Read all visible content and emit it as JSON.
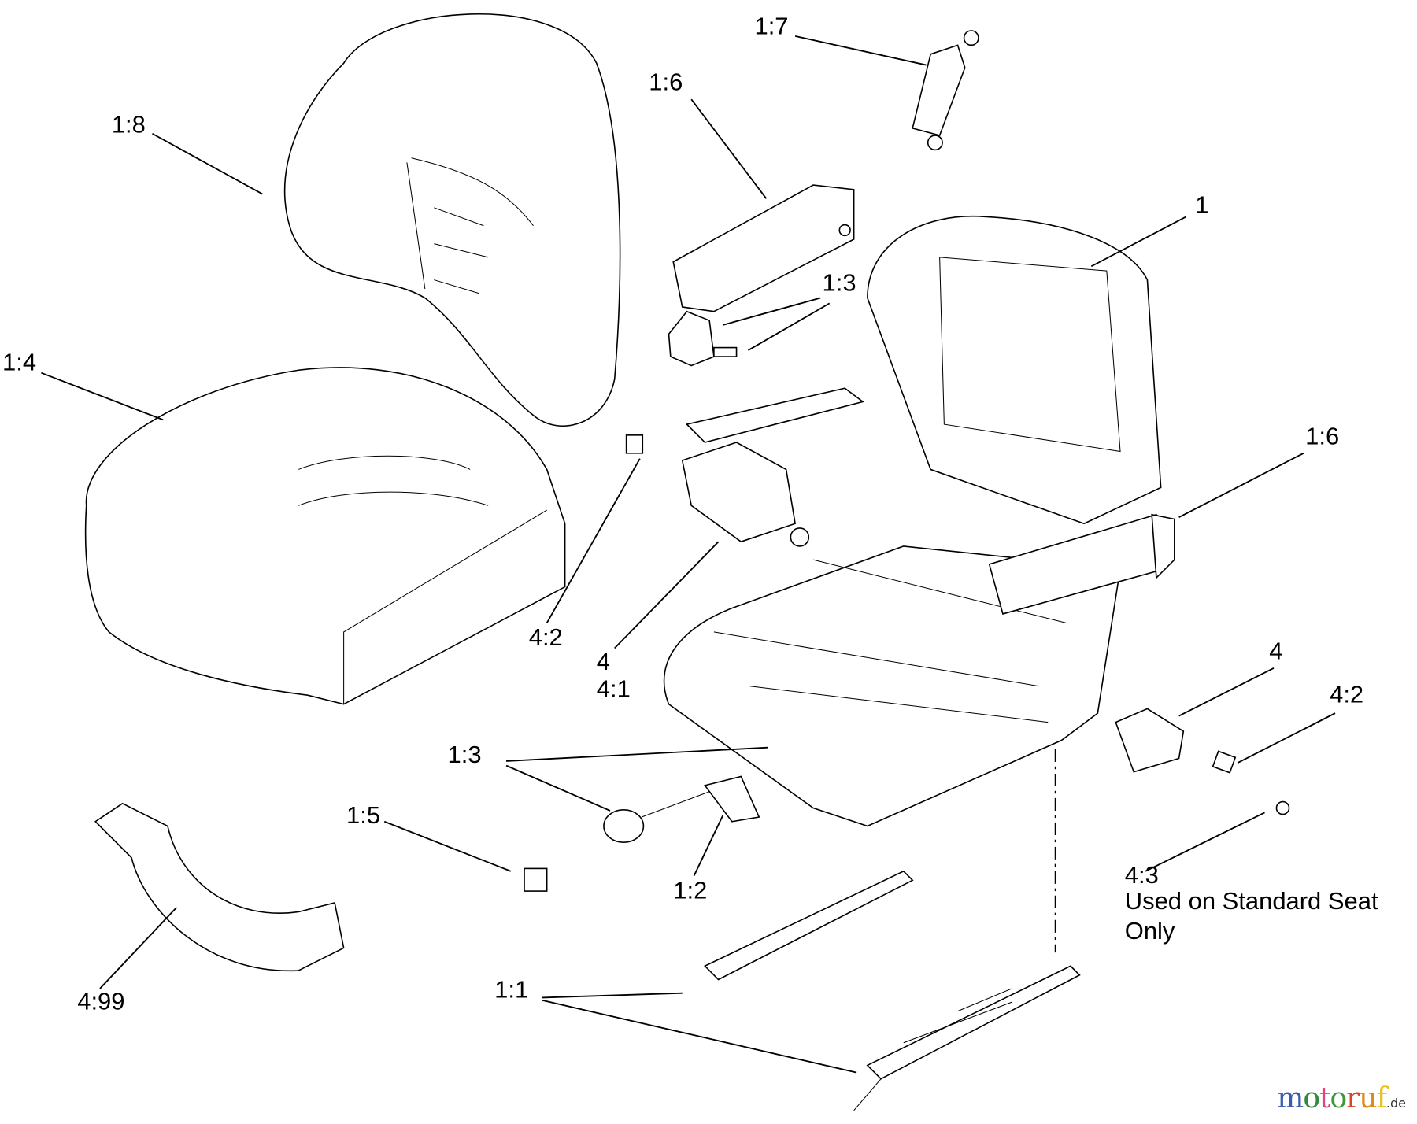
{
  "diagram": {
    "callouts": [
      {
        "id": "c-1-7",
        "text": "1:7"
      },
      {
        "id": "c-1-6-top",
        "text": "1:6"
      },
      {
        "id": "c-1-8",
        "text": "1:8"
      },
      {
        "id": "c-1",
        "text": "1"
      },
      {
        "id": "c-1-3-top",
        "text": "1:3"
      },
      {
        "id": "c-1-4",
        "text": "1:4"
      },
      {
        "id": "c-1-6-right",
        "text": "1:6"
      },
      {
        "id": "c-4-2-left",
        "text": "4:2"
      },
      {
        "id": "c-4-left",
        "text": "4"
      },
      {
        "id": "c-4-1",
        "text": "4:1"
      },
      {
        "id": "c-4-right",
        "text": "4"
      },
      {
        "id": "c-4-2-right",
        "text": "4:2"
      },
      {
        "id": "c-1-3-bottom",
        "text": "1:3"
      },
      {
        "id": "c-1-5",
        "text": "1:5"
      },
      {
        "id": "c-1-2",
        "text": "1:2"
      },
      {
        "id": "c-4-3",
        "text": "4:3"
      },
      {
        "id": "c-4-99",
        "text": "4:99"
      },
      {
        "id": "c-1-1",
        "text": "1:1"
      }
    ],
    "note_line1": "Used on Standard Seat",
    "note_line2": "Only"
  },
  "watermark": {
    "letters": [
      "m",
      "o",
      "t",
      "o",
      "r",
      "u",
      "f"
    ],
    "colors": [
      "#3a5bb0",
      "#2f8a3c",
      "#e0457b",
      "#3a9a3a",
      "#d6452e",
      "#e08a1a",
      "#e6c21a"
    ],
    "suffix": ".de"
  }
}
